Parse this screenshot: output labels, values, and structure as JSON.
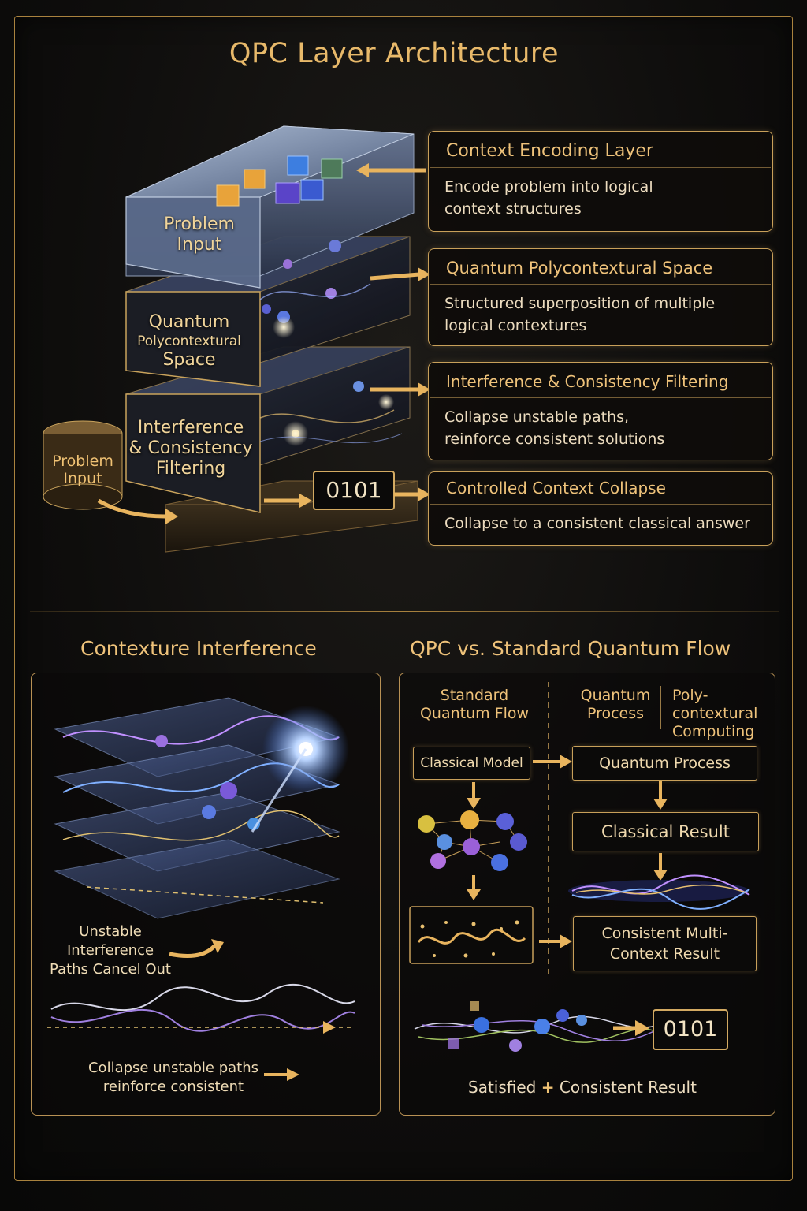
{
  "title": "QPC Layer Architecture",
  "stack": {
    "problem_input": "Problem\nInput",
    "quantum_space": [
      "Quantum",
      "Polycontextural",
      "Space"
    ],
    "interference": "Interference\n& Consistency\nFiltering",
    "cylinder_label": "Problem\nInput",
    "output_bits": "0101"
  },
  "layers": [
    {
      "title": "Context Encoding Layer",
      "desc": "Encode problem into logical\ncontext structures"
    },
    {
      "title": "Quantum Polycontextural Space",
      "desc": "Structured superposition of multiple\nlogical contextures"
    },
    {
      "title": "Interference & Consistency Filtering",
      "desc": "Collapse unstable paths,\nreinforce consistent solutions"
    },
    {
      "title": "Controlled Context Collapse",
      "desc": "Collapse to a consistent classical answer"
    }
  ],
  "left_panel": {
    "title": "Contexture Interference",
    "caption1": "Unstable\nInterference\nPaths Cancel Out",
    "caption2": "Collapse unstable paths\nreinforce consistent"
  },
  "right_panel": {
    "title": "QPC vs. Standard Quantum Flow",
    "col1_head": "Standard\nQuantum Flow",
    "col2_head": "Quantum\nProcess",
    "col3_head": "Poly-\ncontextural\nComputing",
    "classical_model": "Classical Model",
    "quantum_process": "Quantum Process",
    "classical_result": "Classical Result",
    "consistent_result": "Consistent Multi-\nContext Result",
    "output_bits": "0101",
    "footer_left": "Satisfied",
    "footer_plus": "+",
    "footer_right": "Consistent Result"
  },
  "colors": {
    "accent": "#e8b96a",
    "border": "#c8a05a",
    "background": "#0e0d0c"
  }
}
